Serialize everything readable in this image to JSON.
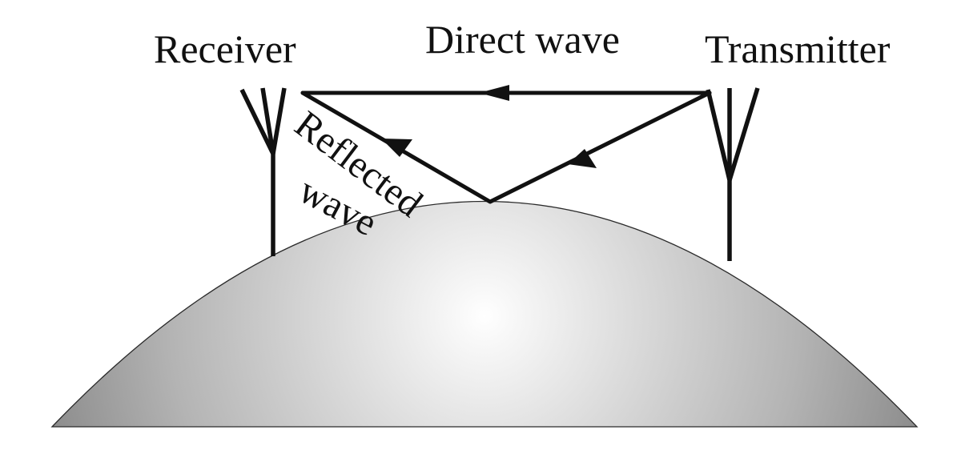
{
  "labels": {
    "receiver": "Receiver",
    "transmitter": "Transmitter",
    "direct_wave": "Direct wave",
    "reflected_line1": "Reflected",
    "reflected_line2": "wave"
  },
  "colors": {
    "line": "#111111",
    "earth_light": "#ffffff",
    "earth_dark": "#8c8c8c",
    "earth_outline": "#2a2a2a"
  },
  "icons": {
    "receiver": "antenna-icon",
    "transmitter": "antenna-icon",
    "earth": "earth-surface"
  }
}
